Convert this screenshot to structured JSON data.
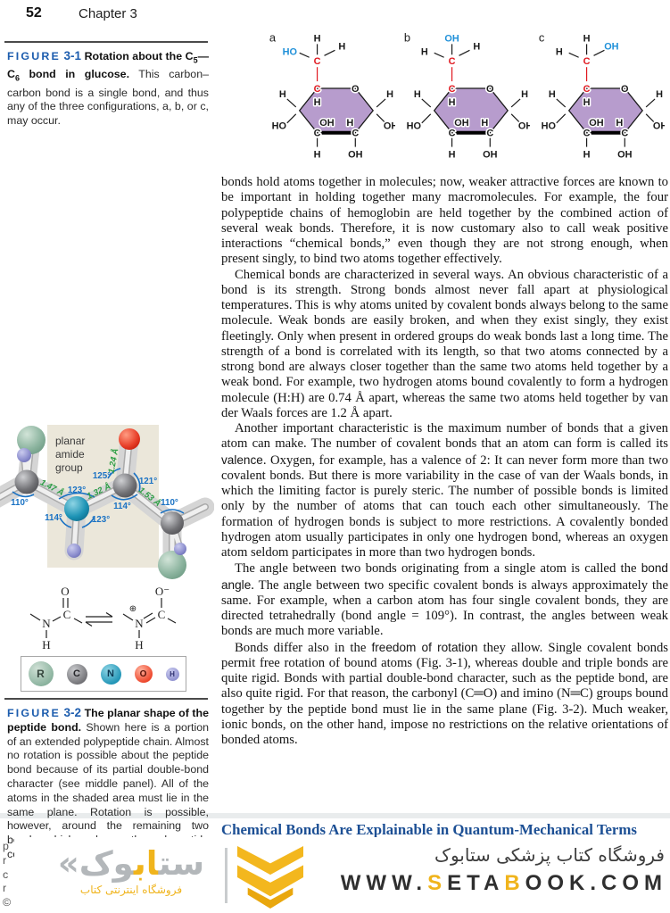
{
  "page": {
    "number": "52",
    "chapter": "Chapter 3"
  },
  "colors": {
    "figure_label_blue": "#1d5dae",
    "heading_blue": "#1c4f94",
    "atom_red": "#e0181f",
    "hydroxyl_blue": "#2191d9",
    "ring_purple": "#b79ccd",
    "bond_length_green": "#2e9e45",
    "angle_blue": "#1a72c4",
    "watermark_yellow": "#f0b41c"
  },
  "figure1": {
    "label": "FIGURE",
    "number": "3-1",
    "title_segs": [
      {
        "t": "Rotation about the C"
      },
      {
        "t": "5",
        "sub": true
      },
      {
        "t": "—C"
      },
      {
        "t": "6",
        "sub": true
      },
      {
        "t": " bond in glucose."
      }
    ],
    "text": " This carbon–carbon bond is a single bond, and thus any of the three configurations, a, b, or c, may occur."
  },
  "glucose": {
    "molecules": [
      {
        "label": "a",
        "left": "HO",
        "top": "H",
        "right": "H",
        "blue_pos": "left"
      },
      {
        "label": "b",
        "left": "H",
        "top": "OH",
        "right": "H",
        "blue_pos": "top"
      },
      {
        "label": "c",
        "left": "H",
        "top": "H",
        "right": "OH",
        "blue_pos": "right"
      }
    ],
    "ring": {
      "ch2_c": "C",
      "c_top": "C",
      "o": "O",
      "inner_h": "H",
      "inner_oh": "OH",
      "inner_h2": "H",
      "left_h": "H",
      "left_ho": "HO",
      "right_h": "H",
      "right_oh": "OH",
      "c_bl": "C",
      "c_br": "C",
      "h_bottom": "H",
      "oh_bottom": "OH"
    }
  },
  "body": {
    "paragraphs": [
      {
        "indent": false,
        "segs": [
          {
            "t": "bonds hold atoms together in molecules; now, weaker attractive forces are known to be important in holding together many macromolecules. For example, the four polypeptide chains of hemoglobin are held together by the combined action of several weak bonds. Therefore, it is now customary also to call weak positive interactions “chemical bonds,” even though they are not strong enough, when present singly, to bind two atoms together effectively."
          }
        ]
      },
      {
        "indent": true,
        "segs": [
          {
            "t": "Chemical bonds are characterized in several ways. An obvious characteristic of a bond is its strength. Strong bonds almost never fall apart at physiological temperatures. This is why atoms united by covalent bonds always belong to the same molecule. Weak bonds are easily broken, and when they exist singly, they exist fleetingly. Only when present in ordered groups do weak bonds last a long time. The strength of a bond is correlated with its length, so that two atoms connected by a strong bond are always closer together than the same two atoms held together by a weak bond. For example, two hydrogen atoms bound covalently to form a hydrogen molecule (H:H) are 0.74 Å apart, whereas the same two atoms held together by van der Waals forces are 1.2 Å apart."
          }
        ]
      },
      {
        "indent": true,
        "segs": [
          {
            "t": "Another important characteristic is the maximum number of bonds that a given atom can make. The number of covalent bonds that an atom can form is called its "
          },
          {
            "t": "valence",
            "sans": true
          },
          {
            "t": ". Oxygen, for example, has a valence of 2: It can never form more than two covalent bonds. But there is more variability in the case of van der Waals bonds, in which the limiting factor is purely steric. The number of possible bonds is limited only by the number of atoms that can touch each other simultaneously. The formation of hydrogen bonds is subject to more restrictions. A covalently bonded hydrogen atom usually participates in only one hydrogen bond, whereas an oxygen atom seldom participates in more than two hydrogen bonds."
          }
        ]
      },
      {
        "indent": true,
        "segs": [
          {
            "t": "The angle between two bonds originating from a single atom is called the "
          },
          {
            "t": "bond angle",
            "sans": true
          },
          {
            "t": ". The angle between two specific covalent bonds is always approximately the same. For example, when a carbon atom has four single covalent bonds, they are directed tetrahedrally (bond angle = 109°). In contrast, the angles between weak bonds are much more variable."
          }
        ]
      },
      {
        "indent": true,
        "segs": [
          {
            "t": "Bonds differ also in the "
          },
          {
            "t": "freedom of rotation",
            "sans": true
          },
          {
            "t": " they allow. Single covalent bonds permit free rotation of bound atoms (Fig. 3-1), whereas double and triple bonds are quite rigid. Bonds with partial double-bond character, such as the peptide bond, are also quite rigid. For that reason, the carbonyl (C═O) and imino (N═C) groups bound together by the peptide bond must lie in the same plane (Fig. 3-2). Much weaker, ionic bonds, on the other hand, impose no restrictions on the relative orientations of bonded atoms."
          }
        ]
      }
    ],
    "heading": "Chemical Bonds Are Explainable in Quantum-Mechanical Terms"
  },
  "figure2": {
    "label": "FIGURE",
    "number": "3-2",
    "title_segs": [
      {
        "t": "The planar shape of the peptide bond."
      }
    ],
    "text": " Shown here is a portion of an extended polypeptide chain. Almost no rotation is possible about the peptide bond because of its partial double-bond character (see middle panel). All of the atoms in the shaded area must lie in the same plane. Rotation is possible, however, around the remaining two bonds, which make up the polypeptide configurations. (Adapted, with",
    "truncated_column": "p\nr\nc\nr\n©",
    "shaded_label_lines": [
      "planar",
      "amide",
      "group"
    ],
    "bond_lengths": [
      "1.47 Å",
      "1.32 Å",
      "1.24 Å",
      "1.53 Å"
    ],
    "angles": [
      "110°",
      "123°",
      "114°",
      "123°",
      "125°",
      "114°",
      "121°",
      "110°"
    ],
    "resonance": {
      "left": {
        "o": "O",
        "c": "C",
        "n": "N",
        "h": "H"
      },
      "right": {
        "o": "O⁻",
        "c": "C",
        "n": "N",
        "h": "H",
        "plus": "⊕"
      }
    },
    "legend": [
      {
        "symbol": "R"
      },
      {
        "symbol": "C"
      },
      {
        "symbol": "N"
      },
      {
        "symbol": "O"
      },
      {
        "symbol": "H"
      }
    ]
  },
  "watermark": {
    "guillemet": "«",
    "logo_pre": "ست",
    "logo_mid": "اب",
    "logo_post": "وک",
    "logo_sub": "فروشگاه اینترنتی کتاب",
    "tagline": "فروشگاه کتاب پزشکی ستابوک",
    "website_segs": [
      {
        "t": "WWW.",
        "y": false
      },
      {
        "t": "S",
        "y": true
      },
      {
        "t": "ETA",
        "y": false
      },
      {
        "t": "B",
        "y": true
      },
      {
        "t": "OOK.COM",
        "y": false
      }
    ]
  }
}
